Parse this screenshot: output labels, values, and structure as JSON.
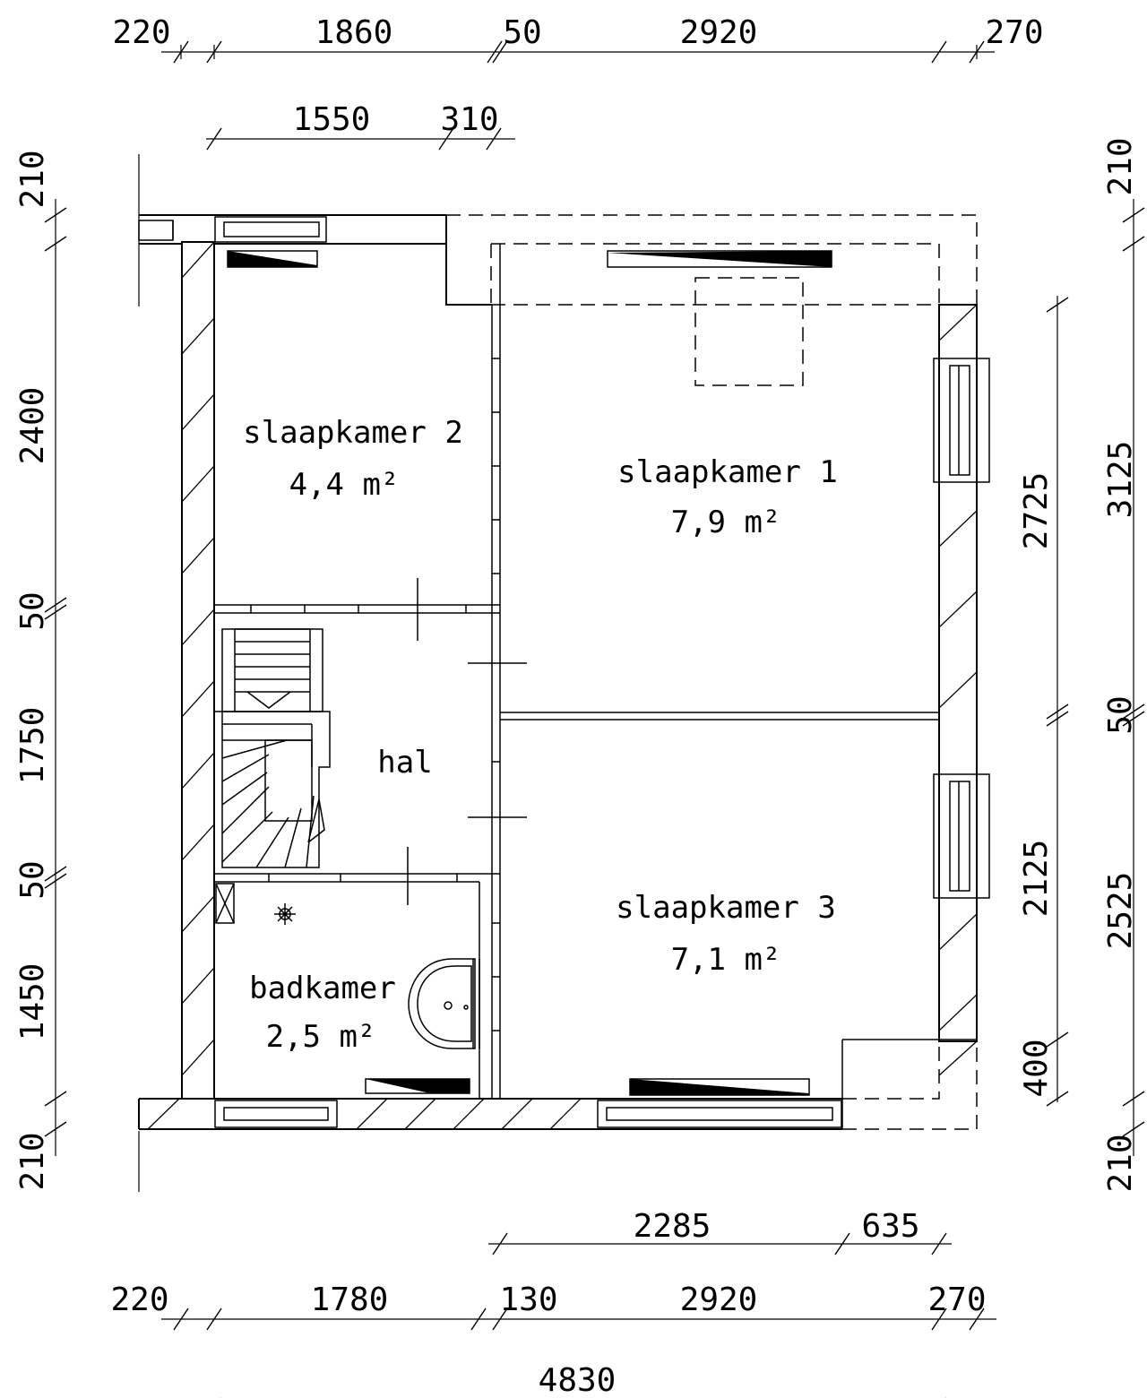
{
  "rooms": {
    "slaapkamer2": {
      "name": "slaapkamer 2",
      "area": "4,4 m²"
    },
    "slaapkamer1": {
      "name": "slaapkamer 1",
      "area": "7,9 m²"
    },
    "hal": {
      "name": "hal"
    },
    "slaapkamer3": {
      "name": "slaapkamer 3",
      "area": "7,1 m²"
    },
    "badkamer": {
      "name": "badkamer",
      "area": "2,5 m²"
    }
  },
  "dimensions": {
    "top_row": [
      "220",
      "1860",
      "50",
      "2920",
      "270"
    ],
    "top_inner": [
      "1550",
      "310"
    ],
    "left": [
      "210",
      "2400",
      "50",
      "1750",
      "50",
      "1450",
      "210"
    ],
    "right_outer": [
      "210",
      "3125",
      "50",
      "2525",
      "210"
    ],
    "right_inner": [
      "2725",
      "2125",
      "400"
    ],
    "bottom_inner": [
      "2285",
      "635"
    ],
    "bottom_row": [
      "220",
      "1780",
      "130",
      "2920",
      "270"
    ],
    "total": "4830"
  }
}
